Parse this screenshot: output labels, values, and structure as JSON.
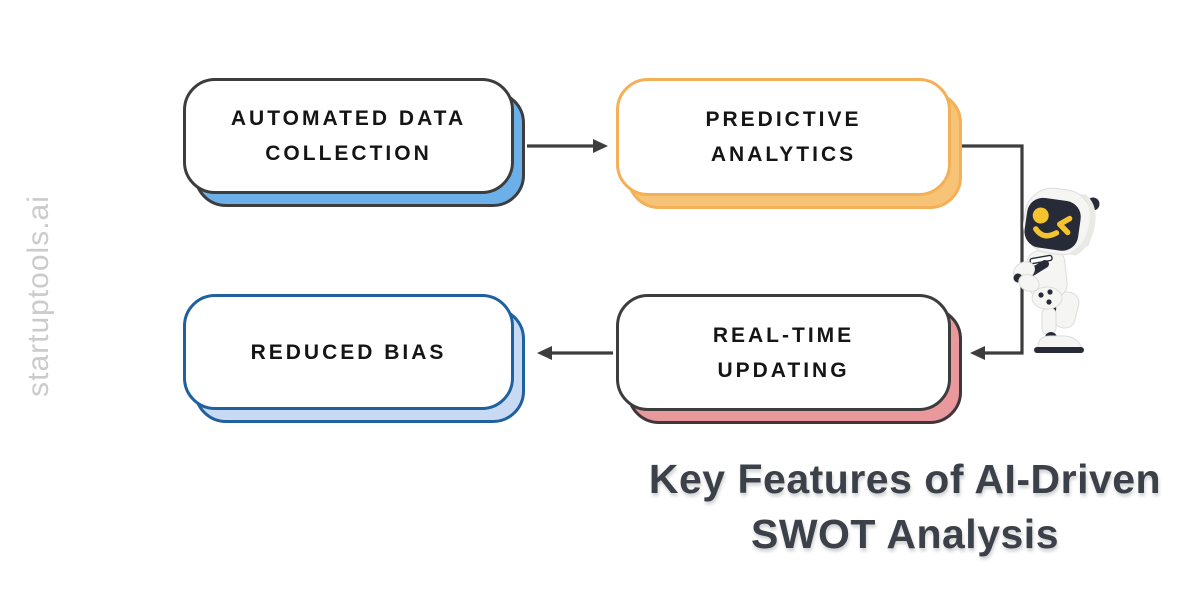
{
  "watermark": {
    "label": "startuptools.ai"
  },
  "title": {
    "line1": "Key Features of AI-Driven",
    "line2": "SWOT Analysis"
  },
  "nodes": [
    {
      "id": "automated-data-collection",
      "lines": [
        "AUTOMATED DATA",
        "COLLECTION"
      ],
      "border_color": "#3D3D3D",
      "shadow_fill": "#6CB0E9",
      "shadow_border": "#3D3D3D"
    },
    {
      "id": "predictive-analytics",
      "lines": [
        "PREDICTIVE",
        "ANALYTICS"
      ],
      "border_color": "#F4B056",
      "shadow_fill": "#F7C377",
      "shadow_border": "#F4B056"
    },
    {
      "id": "reduced-bias",
      "lines": [
        "REDUCED BIAS"
      ],
      "border_color": "#1F609F",
      "shadow_fill": "#C8DAF3",
      "shadow_border": "#1F609F"
    },
    {
      "id": "real-time-updating",
      "lines": [
        "REAL-TIME",
        "UPDATING"
      ],
      "border_color": "#3D3D3D",
      "shadow_fill": "#E9999C",
      "shadow_border": "#3F363B"
    }
  ],
  "connections": [
    {
      "from": "automated-data-collection",
      "to": "predictive-analytics",
      "shape": "straight-right"
    },
    {
      "from": "predictive-analytics",
      "to": "real-time-updating",
      "shape": "right-down-left-elbow"
    },
    {
      "from": "real-time-updating",
      "to": "reduced-bias",
      "shape": "straight-left"
    }
  ],
  "icons": {
    "robot_mascot": "robot-mascot-icon"
  },
  "colors": {
    "line_dark": "#3D3D3D",
    "box_text": "#151515",
    "title_color": "#3C4149",
    "watermark_color": "#CBCBCB",
    "robot_dark": "#272B38",
    "robot_white": "#F5F5F3",
    "robot_yellow": "#F4C42E"
  }
}
